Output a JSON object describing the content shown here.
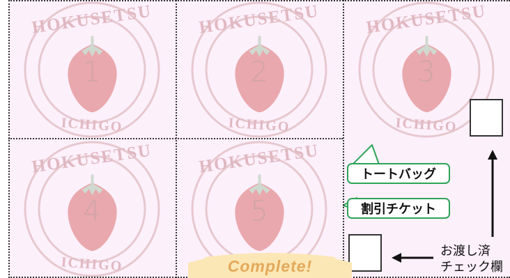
{
  "stamps": [
    {
      "number": "1",
      "top_text": "HOKUSETSU",
      "bottom_text": "ICHIGO"
    },
    {
      "number": "2",
      "top_text": "HOKUSETSU",
      "bottom_text": "ICHIGO"
    },
    {
      "number": "3",
      "top_text": "HOKUSETSU",
      "bottom_text": "ICHIGO"
    },
    {
      "number": "4",
      "top_text": "HOKUSETSU",
      "bottom_text": "ICHIGO"
    },
    {
      "number": "5",
      "top_text": "HOKUSETSU",
      "bottom_text": "ICHIGO"
    }
  ],
  "labels": {
    "tote_bag": "トートバッグ",
    "discount_ticket": "割引チケット",
    "check_column_line1": "お渡し済",
    "check_column_line2": "チェック欄"
  },
  "banner": {
    "text": "Complete!"
  },
  "colors": {
    "cell_bg": "#fcf0fb",
    "stamp_ring": "#e7c8cf",
    "stamp_text": "#e0b8c1",
    "strawberry": "#e9a8ad",
    "leaf": "#cfd9d0",
    "pill_border": "#2ca357",
    "banner_fill": "#fbe7b5",
    "banner_text": "#e3a85a"
  }
}
